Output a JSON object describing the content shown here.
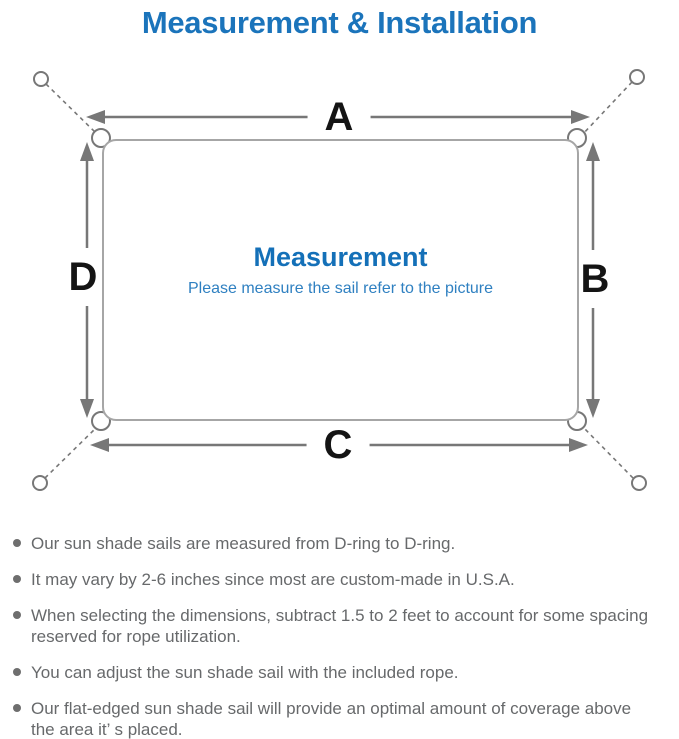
{
  "header": {
    "title": "Measurement & Installation"
  },
  "diagram": {
    "labels": {
      "top": "A",
      "right": "B",
      "bottom": "C",
      "left": "D"
    },
    "center": {
      "heading": "Measurement",
      "subheading": "Please measure the sail refer to the picture"
    },
    "icons": [
      "d-ring-corner-icons",
      "anchor-point-icons",
      "dashed-rope-lines",
      "double-headed-measure-arrows"
    ]
  },
  "notes": {
    "items": [
      "Our sun shade sails are measured from D-ring to D-ring.",
      "It may vary by 2-6 inches since most are custom-made in U.S.A.",
      "When selecting the dimensions, subtract 1.5 to 2 feet to account for some spacing\nreserved for rope utilization.",
      "You can adjust the sun shade sail with the included rope.",
      "Our flat-edged sun shade sail will provide an optimal amount of coverage above\nthe area it’ s placed."
    ]
  },
  "colors": {
    "title_blue": "#1b74bb",
    "heading_blue": "#1470b8",
    "subheading_blue": "#2f80c1",
    "arrow_gray": "#777777",
    "outline_gray": "#a6a6a6",
    "label_black": "#141414",
    "note_text_gray": "#67696b",
    "bullet_gray": "#6e6e6e"
  }
}
